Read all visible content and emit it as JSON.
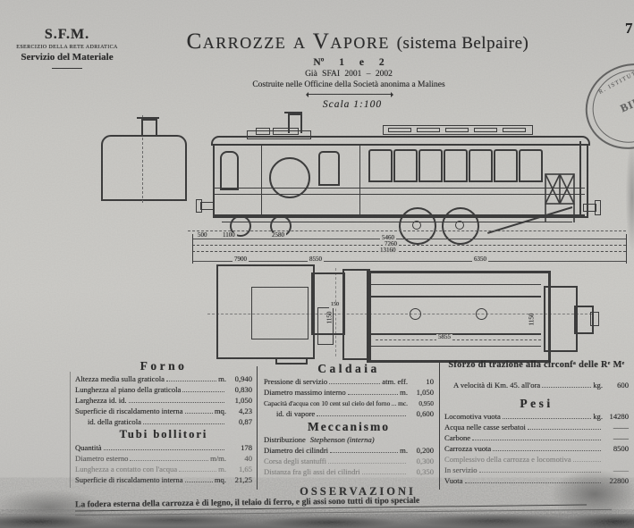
{
  "page": {
    "corner_mark": "7"
  },
  "header": {
    "org": "S.F.M.",
    "line2": "ESERCIZIO DELLA RETE ADRIATICA",
    "line3": "Servizio del Materiale"
  },
  "title": {
    "main": "Carrozze a Vapore",
    "system": "(sistema Belpaire)",
    "numbers": "Nº 1 e 2",
    "former": "Già SFAI 2001 – 2002",
    "built": "Costruite nelle Officine della Società anonima a Malines",
    "scale": "Scala 1:100"
  },
  "stamp": {
    "ring_text": "R. ISTITUTO",
    "center_text": "BIB"
  },
  "drawing": {
    "side_dims_top": [
      "500",
      "1100",
      "2580"
    ],
    "side_dims_mid": [
      "5460",
      "7260",
      "13160"
    ],
    "side_dims_bottom": [
      "7900",
      "8550",
      "6350"
    ],
    "plan_dims": {
      "length": "5855",
      "small": "150",
      "width_left": "1150",
      "width_right": "1150"
    }
  },
  "tables": {
    "forno": {
      "title": "Forno",
      "rows": [
        {
          "label": "Altezza media sulla graticola",
          "unit": "m.",
          "value": "0,940"
        },
        {
          "label": "Lunghezza al piano della graticola",
          "unit": "",
          "value": "0,830"
        },
        {
          "label": "Larghezza  id.   id.",
          "unit": "",
          "value": "1,050"
        },
        {
          "label": "Superficie di riscaldamento interna",
          "unit": "mq.",
          "value": "4,23"
        },
        {
          "label": "id.  della graticola",
          "unit": "",
          "value": "0,87"
        }
      ]
    },
    "tubi": {
      "title": "Tubi bollitori",
      "rows": [
        {
          "label": "Quantità",
          "unit": "",
          "value": "178"
        },
        {
          "label": "Diametro esterno",
          "unit": "m/m.",
          "value": "40"
        },
        {
          "label": "Lunghezza a contatto con l'acqua",
          "unit": "m.",
          "value": "1,65"
        },
        {
          "label": "Superficie di riscaldamento interna",
          "unit": "mq.",
          "value": "21,25"
        }
      ]
    },
    "caldaia": {
      "title": "Caldaia",
      "rows": [
        {
          "label": "Pressione di servizio",
          "unit": "atm. eff.",
          "value": "10"
        },
        {
          "label": "Diametro massimo interno",
          "unit": "m.",
          "value": "1,050"
        },
        {
          "label": "Capacità d'acqua con 10 cent sul cielo del forno",
          "unit": "mc.",
          "value": "0,950"
        },
        {
          "label": "id.  di vapore",
          "unit": "",
          "value": "0,600"
        }
      ]
    },
    "meccanismo": {
      "title": "Meccanismo",
      "rows": [
        {
          "label": "Distribuzione",
          "unit": "",
          "value": "Stephenson (interna)"
        },
        {
          "label": "Diametro dei cilindri",
          "unit": "m.",
          "value": "0,200"
        },
        {
          "label": "Corsa degli stantuffi",
          "unit": "",
          "value": "0,300"
        },
        {
          "label": "Distanza fra gli assi dei cilindri",
          "unit": "",
          "value": "0,350"
        }
      ]
    },
    "sforzo": {
      "title": "Sforzo di trazione alla circonfᵃ delle Rᵉ Mᵉ",
      "rows": [
        {
          "label": "A velocità di Km. 45. all'ora",
          "unit": "kg.",
          "value": "600"
        }
      ]
    },
    "pesi": {
      "title": "Pesi",
      "rows": [
        {
          "label": "Locomotiva vuota",
          "unit": "kg.",
          "value": "14280"
        },
        {
          "label": "Acqua nelle casse serbatoi",
          "unit": "",
          "value": "——"
        },
        {
          "label": "Carbone",
          "unit": "",
          "value": "——"
        },
        {
          "label": "Carrozza vuota",
          "unit": "",
          "value": "8500"
        },
        {
          "label": "Complessivo della carrozza e locomotiva",
          "unit": "",
          "value": ""
        },
        {
          "label": "In servizio",
          "unit": "",
          "value": "——"
        },
        {
          "label": "Vuota",
          "unit": "",
          "value": "22800"
        }
      ]
    }
  },
  "osservazioni": {
    "title": "OSSERVAZIONI",
    "note": "La fodera esterna della carrozza è di legno, il telaio di ferro, e gli assi sono tutti di tipo speciale"
  }
}
